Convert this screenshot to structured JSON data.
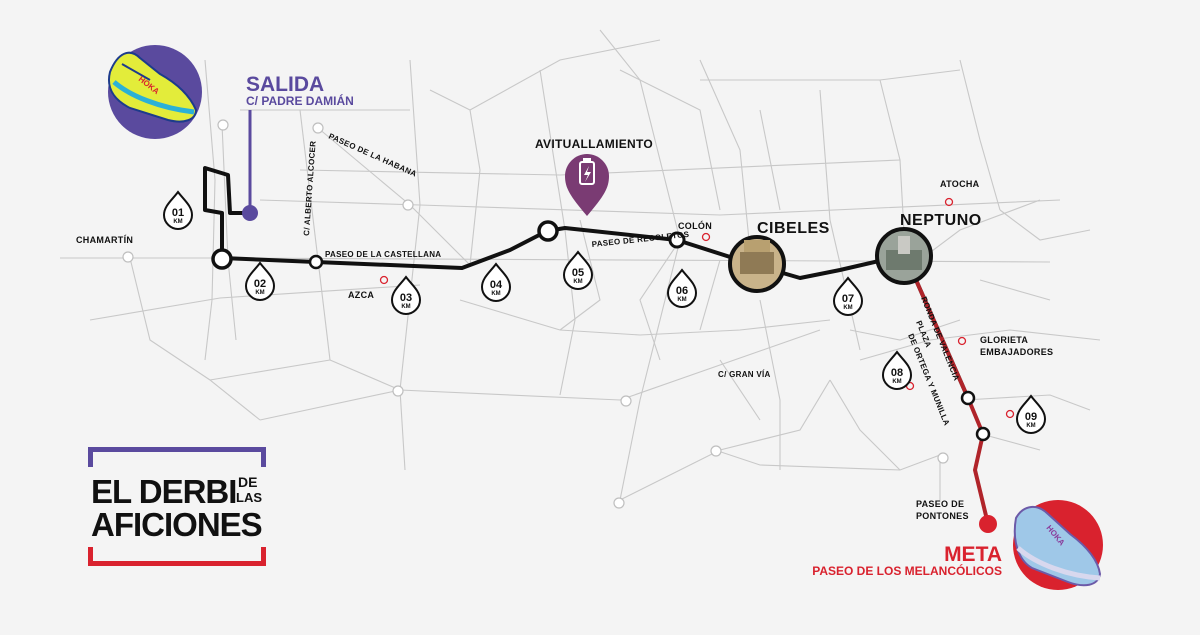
{
  "start": {
    "title": "SALIDA",
    "subtitle": "C/ PADRE DAMIÁN"
  },
  "finish": {
    "title": "META",
    "subtitle": "PASEO DE LOS MELANCÓLICOS"
  },
  "refreshment": {
    "label": "AVITUALLAMIENTO"
  },
  "landmarks": {
    "cibeles": "CIBELES",
    "neptuno": "NEPTUNO"
  },
  "places": {
    "chamartin": "CHAMARTÍN",
    "azca": "AZCA",
    "colon": "COLÓN",
    "atocha": "ATOCHA",
    "glorieta_1": "GLORIETA",
    "glorieta_2": "EMBAJADORES",
    "pontones_1": "PASEO DE",
    "pontones_2": "PONTONES"
  },
  "streets": {
    "habana": "PASEO DE LA HABANA",
    "alcocer": "C/ ALBERTO ALCOCER",
    "castellana": "PASEO DE LA CASTELLANA",
    "recoletos": "PASEO DE RECOLETOS",
    "granvia": "C/ GRAN VÍA",
    "ronda_1": "RONDA DE VALENCIA",
    "ronda_2": "PLAZA",
    "ronda_3": "DE ORTEGA Y MUNILLA"
  },
  "km_unit": "KM",
  "km_markers": [
    "01",
    "02",
    "03",
    "04",
    "05",
    "06",
    "07",
    "08",
    "09"
  ],
  "logo": {
    "line1": "EL DERBI",
    "de": "DE",
    "las": "LAS",
    "line2": "AFICIONES"
  },
  "shoe_brand": "HOKA",
  "colors": {
    "route_black": "#111111",
    "route_red": "#b0242a",
    "start_purple": "#5a4a9e",
    "finish_red": "#d9222e",
    "shoe_yellow": "#e3ec3a",
    "shoe_blue": "#9fc8e8"
  }
}
